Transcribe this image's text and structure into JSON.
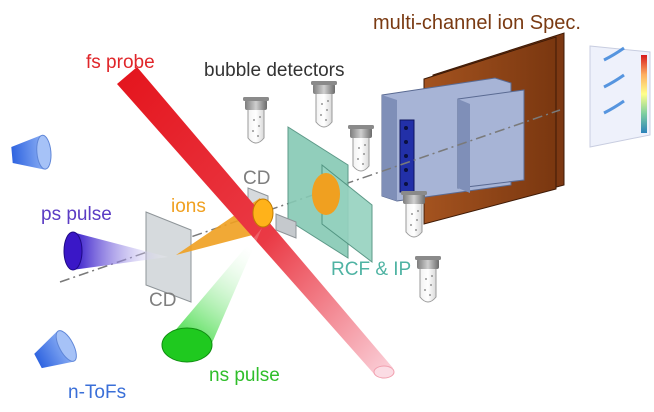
{
  "labels": {
    "spectrometer": "multi-channel ion Spec.",
    "bubble_detectors": "bubble detectors",
    "fs_probe": "fs probe",
    "ps_pulse": "ps pulse",
    "ions": "ions",
    "cd_top": "CD",
    "cd_bottom": "CD",
    "rcf_ip": "RCF & IP",
    "ns_pulse": "ns pulse",
    "n_tofs": "n-ToFs"
  },
  "colors": {
    "spectrometer": "#7a3a12",
    "bubble_detectors": "#333333",
    "fs_probe": "#e0262a",
    "ps_pulse": "#5b3cc4",
    "ions": "#f0a020",
    "cd": "#7f7f7f",
    "rcf_ip": "#4fb3a3",
    "ns_pulse": "#2fbe2a",
    "n_tofs": "#3a6fd8",
    "plate_brown": "#8b4217",
    "plate_blue": "#8f9fc6",
    "rcf_green": "#8fcfbd"
  },
  "icons": [
    "n-tof-detector-icon",
    "bubble-detector-icon",
    "laser-beam-icon",
    "target-foil-icon"
  ]
}
